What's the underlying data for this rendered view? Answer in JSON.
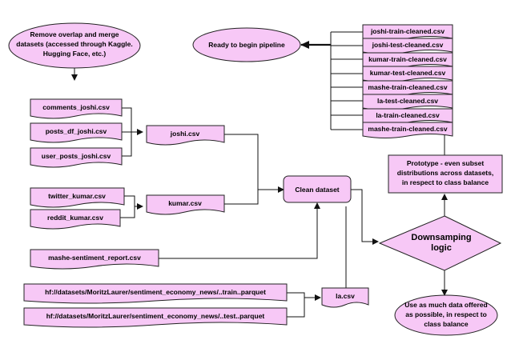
{
  "nodes": {
    "remove_overlap": [
      "Remove overlap and merge",
      "datasets (accessed through Kaggle.",
      "Hugging Face, etc.)"
    ],
    "ready": "Ready to begin pipeline",
    "comments_joshi": "comments_joshi.csv",
    "posts_df_joshi": "posts_df_joshi.csv",
    "user_posts_joshi": "user_posts_joshi.csv",
    "joshi_csv": "joshi.csv",
    "twitter_kumar": "twitter_kumar.csv",
    "reddit_kumar": "reddit_kumar.csv",
    "kumar_csv": "kumar.csv",
    "clean_dataset": "Clean dataset",
    "mashe_report": "mashe-sentiment_report.csv",
    "hf_train": "hf://datasets/MoritzLaurer/sentiment_economy_news/..train..parquet",
    "hf_test": "hf://datasets/MoritzLaurer/sentiment_economy_news/..test..parquet",
    "la_csv": "la.csv",
    "downsampling": [
      "Downsamping",
      "logic"
    ],
    "prototype": [
      "Prototype - even subset",
      "distributions across datasets,",
      "in respect to class balance"
    ],
    "use_much": [
      "Use as much data offered",
      "as possible, in respect to",
      "class balance"
    ],
    "cleaned_files": [
      "joshi-train-cleaned.csv",
      "joshi-test-cleaned.csv",
      "kumar-train-cleaned.csv",
      "kumar-test-cleaned.csv",
      "mashe-train-cleaned.csv",
      "la-test-cleaned.csv",
      "la-train-cleaned.csv",
      "mashe-train-cleaned.csv"
    ]
  },
  "colors": {
    "node_fill": "#f7c8f6",
    "stroke": "#222222"
  }
}
